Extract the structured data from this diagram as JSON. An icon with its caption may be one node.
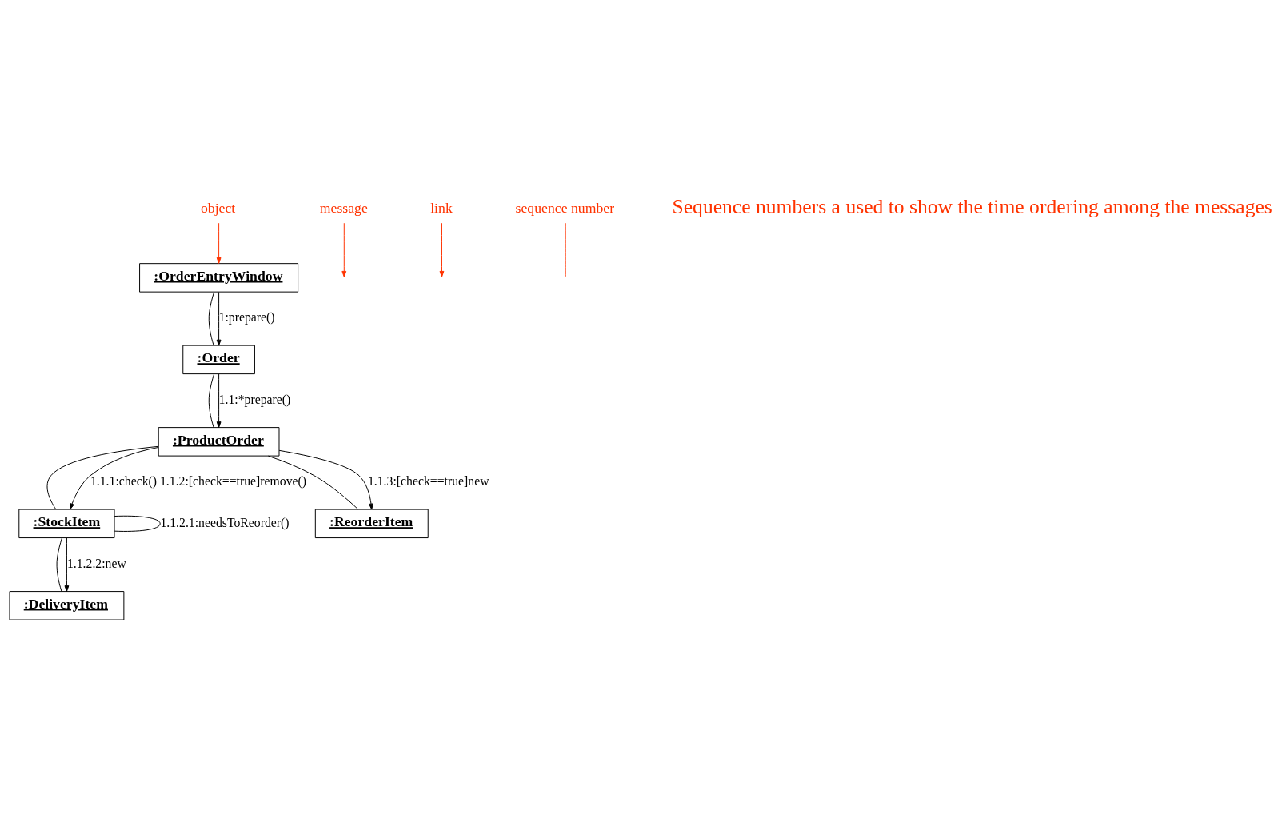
{
  "diagram": {
    "nodes": [
      {
        "text": [
          ":OrderEntryWindow"
        ]
      },
      {
        "text": [
          ":Order"
        ]
      },
      {
        "text": [
          ":ProductOrder"
        ]
      },
      {
        "text": [
          ":StockItem"
        ]
      },
      {
        "text": [
          ":DeliveryItem"
        ]
      },
      {
        "text": [
          ":ReorderItem"
        ]
      },
      {
        "text": [
          "object"
        ]
      },
      {
        "text": [
          "message"
        ]
      },
      {
        "text": [
          "link"
        ]
      },
      {
        "text": [
          "sequence number"
        ]
      }
    ],
    "edges": [
      {
        "from": 0,
        "to": 1,
        "arrow": "none"
      },
      {
        "from": 0,
        "to": 1,
        "arrow": "to",
        "label": "1:prepare()"
      },
      {
        "from": 1,
        "to": 2,
        "arrow": "none"
      },
      {
        "from": 1,
        "to": 2,
        "arrow": "to",
        "label": "1.1:*prepare()"
      },
      {
        "from": 2,
        "to": 3,
        "arrow": "none"
      },
      {
        "from": 2,
        "to": 3,
        "arrow": "to",
        "label": "1.1.1:check() 1.1.2:[check==true]remove()"
      },
      {
        "from": 3,
        "to": 3,
        "arrow": "none",
        "label": "1.1.2.1:needsToReorder()"
      },
      {
        "from": 3,
        "to": 4,
        "arrow": "none"
      },
      {
        "from": 3,
        "to": 4,
        "arrow": "to",
        "label": "1.1.2.2:new"
      },
      {
        "from": 2,
        "to": 5,
        "arrow": "none"
      },
      {
        "from": 2,
        "to": 5,
        "arrow": "to",
        "label": "1.1.3:[check==true]new"
      },
      {
        "from": 6,
        "to": 0,
        "arrow": "to",
        "color": "#ff3300"
      },
      {
        "from": 7,
        "to": null,
        "arrow": "to",
        "color": "#ff3300"
      },
      {
        "from": 8,
        "to": null,
        "arrow": "to",
        "color": "#ff3300"
      },
      {
        "from": 9,
        "to": null,
        "arrow": "none",
        "color": "#ff3300"
      }
    ],
    "labels": [
      "Sequence numbers a used to show the time ordering among the messages"
    ]
  }
}
